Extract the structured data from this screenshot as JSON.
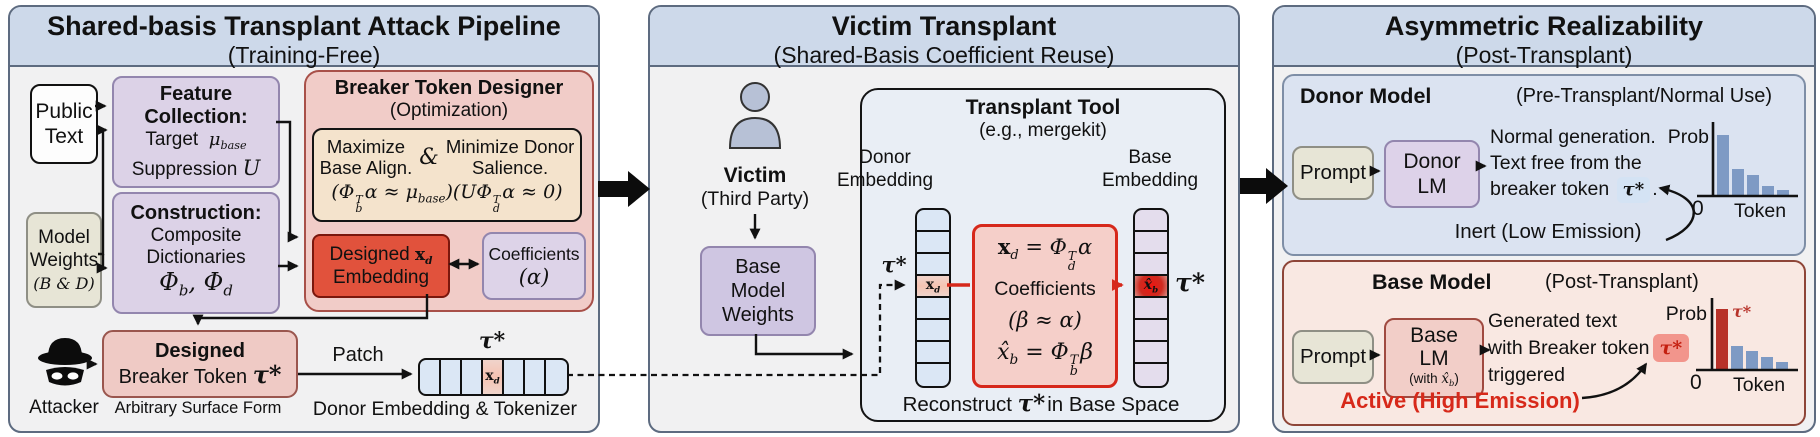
{
  "colors": {
    "header_bg": "#cdd9ea",
    "panel_border": "#5d6b80",
    "purple": "#dcd2e7",
    "red_accent": "#d6281b",
    "red_text": "#d7291a",
    "bar_blue": "#7e9ac4",
    "bar_red": "#b73229"
  },
  "panel1": {
    "title": "Shared-basis Transplant Attack Pipeline",
    "subtitle": "(Training-Free)",
    "public_text": {
      "l1": "Public",
      "l2": "Text"
    },
    "model_weights": {
      "l1": "Model",
      "l2": "Weights",
      "l3": "(B & D)"
    },
    "feature_collection": {
      "t1": "Feature",
      "t2": "Collection:",
      "target": "Target",
      "mu": "μ",
      "mu_sub": "base",
      "suppression": "Suppression",
      "u": "U"
    },
    "construction": {
      "t": "Construction:",
      "l1": "Composite",
      "l2": "Dictionaries",
      "phi": "Φ",
      "phi_sub": "b",
      "phi_mid": ", Φ",
      "phi_sub2": "d"
    },
    "designer": {
      "title": "Breaker Token Designer",
      "subtitle": "(Optimization)",
      "objective": {
        "max1": "Maximize",
        "max2": "Base Align.",
        "amp": "&",
        "min1": "Minimize Donor",
        "min2": "Salience.",
        "f1": "(Φ",
        "fsup1": "T",
        "fsub1": "b",
        "f2": "α ≈ μ",
        "fsub2": "base",
        "f3": ")(UΦ",
        "fsup2": "T",
        "fsub3": "d",
        "f4": "α ≈ 0)"
      },
      "embedding": {
        "l1": "Designed ",
        "x": "x",
        "x_sub": "d",
        "l2": "Embedding"
      },
      "coefficients": {
        "l1": "Coefficients",
        "l2": "(α)"
      }
    },
    "breaker_token": {
      "t": "Designed",
      "b": "Breaker Token ",
      "tau": "τ*",
      "caption": "Arbitrary Surface Form"
    },
    "attacker_label": "Attacker",
    "patch_label": "Patch",
    "strip": {
      "tau": "τ*",
      "x": "x",
      "x_sub": "d",
      "caption": "Donor Embedding & Tokenizer"
    }
  },
  "panel2": {
    "title": "Victim Transplant",
    "subtitle": "(Shared-Basis Coefficient Reuse)",
    "victim": {
      "name": "Victim",
      "sub": "(Third Party)"
    },
    "base_model_weights": {
      "l1": "Base",
      "l2": "Model",
      "l3": "Weights"
    },
    "tool": {
      "title": "Transplant Tool",
      "subtitle": "(e.g., mergekit)",
      "donor_label": {
        "l1": "Donor",
        "l2": "Embedding"
      },
      "base_label": {
        "l1": "Base",
        "l2": "Embedding"
      },
      "tau_left": "τ*",
      "tau_right": "τ*",
      "cell_xd": {
        "x": "x",
        "sub": "d"
      },
      "cell_xb": {
        "x": "x̂",
        "sub": "b"
      },
      "formula": {
        "r1x": "x",
        "r1xsub": "d",
        "r1m": " = Φ",
        "r1sup": "T",
        "r1sub": "d",
        "r1a": "α",
        "r2": "Coefficients",
        "r3": "(β ≈ α)",
        "r4x": "x̂",
        "r4xsub": "b",
        "r4m": " = Φ",
        "r4sup": "T",
        "r4sub": "b",
        "r4b": "β"
      },
      "caption": {
        "a": "Reconstruct ",
        "tau": "τ*",
        "b": "in Base Space"
      }
    }
  },
  "panel3": {
    "title": "Asymmetric Realizability",
    "subtitle": "(Post-Transplant)",
    "donor": {
      "heading": "Donor Model",
      "note": "(Pre-Transplant/Normal Use)",
      "prompt": "Prompt",
      "lm1": "Donor",
      "lm2": "LM",
      "t1": "Normal generation.",
      "t2": "Text free from the",
      "t3": "breaker token ",
      "tau": "τ*",
      "dot": ".",
      "status": "Inert (Low Emission)"
    },
    "base": {
      "heading": "Base Model",
      "note": "(Post-Transplant)",
      "prompt": "Prompt",
      "lm1": "Base",
      "lm2": "LM",
      "lm3a": "(with ",
      "lm3x": "x̂",
      "lm3sub": "b",
      "lm3b": ")",
      "t1": "Generated text",
      "t2": "with Breaker token",
      "tau": "τ*",
      "t3": "triggered",
      "status": "Active (High Emission)"
    }
  },
  "chart_data": [
    {
      "id": "donor_prob",
      "type": "bar",
      "ylabel": "Prob",
      "xlabel": "Token",
      "origin": "0",
      "values": [
        0.95,
        0.42,
        0.33,
        0.16,
        0.1
      ],
      "colors": [
        "#7e9ac4",
        "#7e9ac4",
        "#7e9ac4",
        "#7e9ac4",
        "#7e9ac4"
      ],
      "annotation": ""
    },
    {
      "id": "base_prob",
      "type": "bar",
      "ylabel": "Prob",
      "xlabel": "Token",
      "origin": "0",
      "values": [
        0.95,
        0.38,
        0.3,
        0.2,
        0.13
      ],
      "colors": [
        "#b73229",
        "#7e9ac4",
        "#7e9ac4",
        "#7e9ac4",
        "#7e9ac4"
      ],
      "annotation": "τ*"
    }
  ]
}
